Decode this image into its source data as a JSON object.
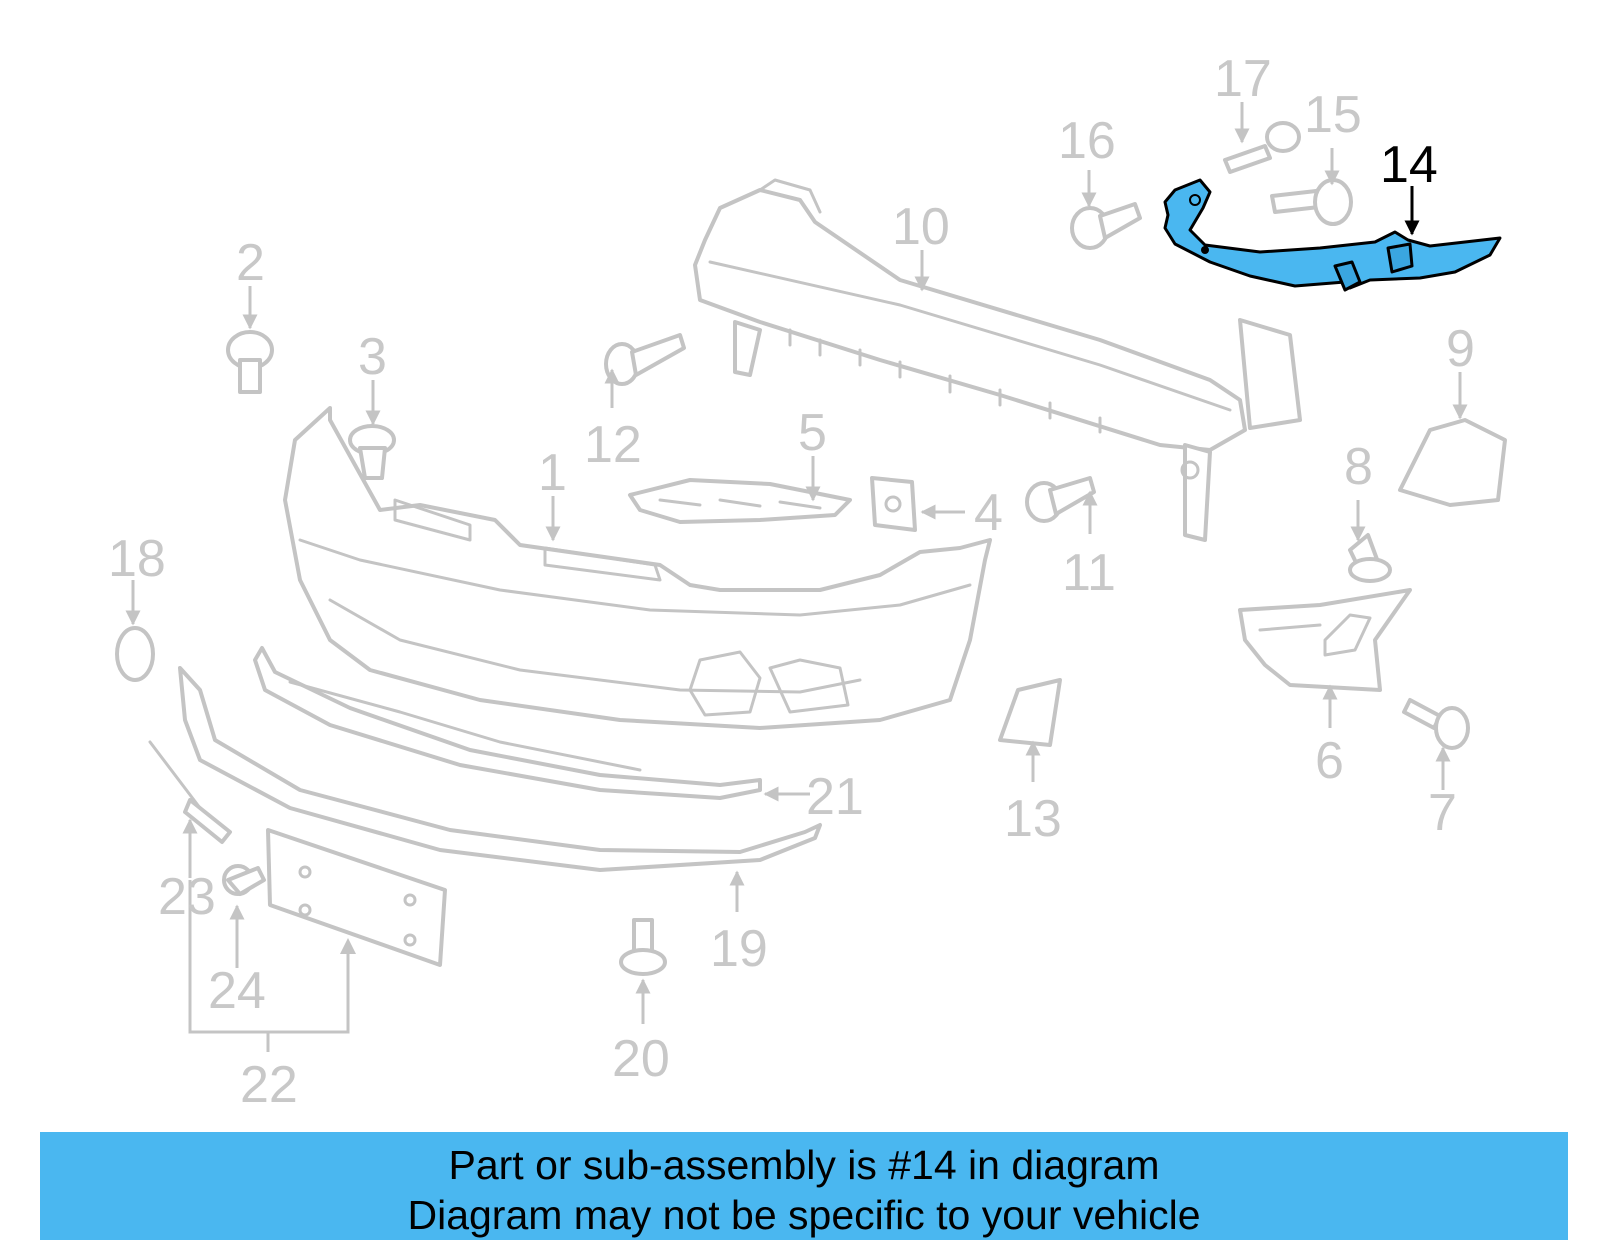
{
  "callouts": {
    "c1": "1",
    "c2": "2",
    "c3": "3",
    "c4": "4",
    "c5": "5",
    "c6": "6",
    "c7": "7",
    "c8": "8",
    "c9": "9",
    "c10": "10",
    "c11": "11",
    "c12": "12",
    "c13": "13",
    "c14": "14",
    "c15": "15",
    "c16": "16",
    "c17": "17",
    "c18": "18",
    "c19": "19",
    "c20": "20",
    "c21": "21",
    "c22": "22",
    "c23": "23",
    "c24": "24"
  },
  "highlight": {
    "part_number": "14",
    "color": "#4ab7f0"
  },
  "banner": {
    "line1": "Part or sub-assembly is #14 in diagram",
    "line2": "Diagram may not be specific to your vehicle",
    "background": "#4ab7f0"
  }
}
